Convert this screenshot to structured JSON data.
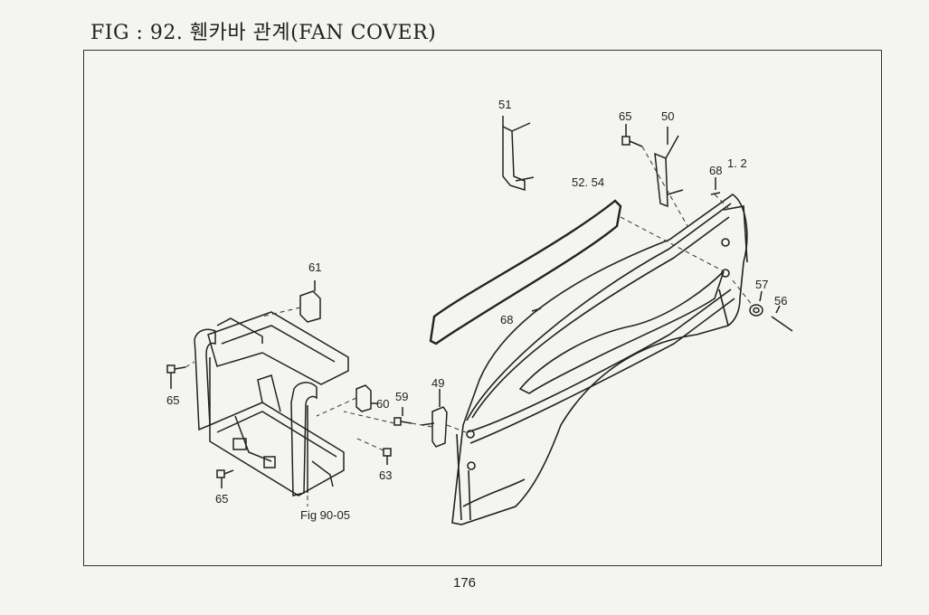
{
  "title": "FIG : 92. 휀카바 관계(FAN COVER)",
  "page_number": "176",
  "reference": "Fig 90-05",
  "part_labels": {
    "p51": "51",
    "p65_top": "65",
    "p50": "50",
    "p68_top": "68",
    "p1_2": "1. 2",
    "p52_54": "52. 54",
    "p61": "61",
    "p57": "57",
    "p56": "56",
    "p68_mid": "68",
    "p65_left": "65",
    "p60": "60",
    "p59": "59",
    "p49": "49",
    "p63": "63",
    "p65_bottom": "65"
  }
}
